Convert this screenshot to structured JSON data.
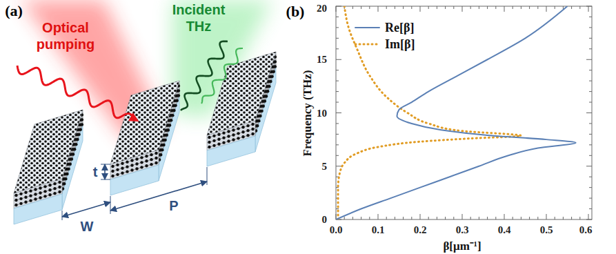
{
  "diagram": {
    "labels": [
      "(a)",
      "Optical pumping",
      "Incident THz",
      "t",
      "W",
      "P",
      "(b)",
      "20",
      "15",
      "10",
      "5",
      "0",
      "0.0",
      "0.1",
      "0.2",
      "0.3",
      "0.4",
      "0.5",
      "0.6",
      "Frequency (THz)",
      "β[μm⁻¹]"
    ],
    "legend": [
      {
        "text": "Re[β]"
      },
      {
        "text": "Im[β]"
      }
    ]
  }
}
